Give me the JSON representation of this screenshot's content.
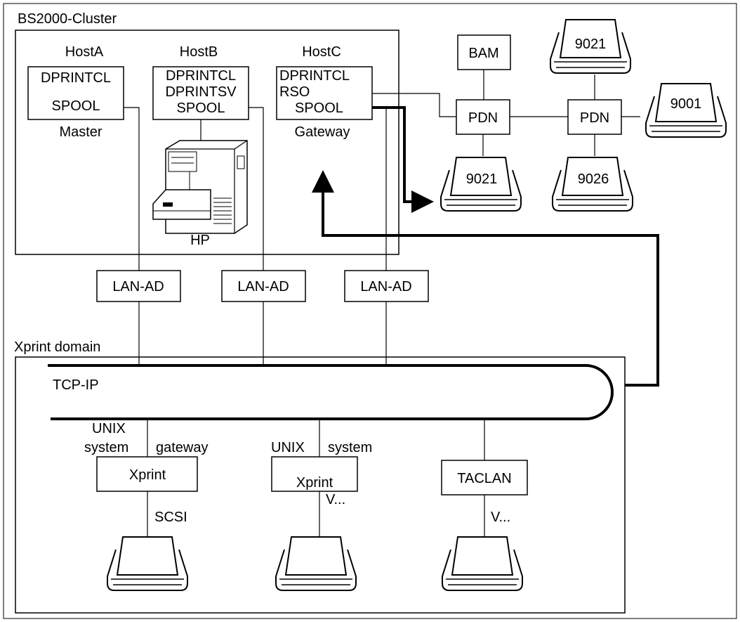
{
  "cluster": {
    "title": "BS2000-Cluster",
    "host_a": {
      "name": "HostA",
      "lines": [
        "DPRINTCL",
        "SPOOL"
      ],
      "role": "Master"
    },
    "host_b": {
      "name": "HostB",
      "lines": [
        "DPRINTCL",
        "DPRINTSV",
        "SPOOL"
      ]
    },
    "host_c": {
      "name": "HostC",
      "lines": [
        "DPRINTCL",
        "RSO",
        "SPOOL"
      ],
      "role": "Gateway"
    },
    "hp_label": "HP"
  },
  "lan_adapters": [
    "LAN-AD",
    "LAN-AD",
    "LAN-AD"
  ],
  "remote": {
    "bam": "BAM",
    "pdn": [
      "PDN",
      "PDN"
    ],
    "printers": [
      "9021",
      "9021",
      "9001",
      "9026"
    ]
  },
  "domain": {
    "title": "Xprint domain",
    "network": "TCP-IP",
    "left": {
      "label1": "UNIX",
      "label2": "system",
      "label3": "gateway",
      "box": "Xprint",
      "link": "SCSI"
    },
    "middle": {
      "label1": "UNIX",
      "label2": "system",
      "box": "Xprint",
      "link": "V..."
    },
    "right": {
      "box": "TACLAN",
      "link": "V..."
    }
  }
}
